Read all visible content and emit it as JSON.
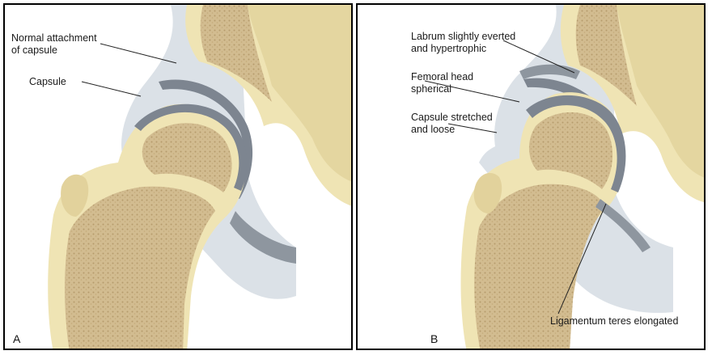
{
  "panel_a": {
    "letter": "A",
    "labels": {
      "normal_attachment": "Normal attachment\nof capsule",
      "capsule": "Capsule"
    }
  },
  "panel_b": {
    "letter": "B",
    "labels": {
      "labrum": "Labrum slightly everted\nand hypertrophic",
      "femoral_head": "Femoral head\nspherical",
      "capsule_stretched": "Capsule stretched\nand loose",
      "ligamentum": "Ligamentum teres elongated"
    }
  },
  "colors": {
    "bone": "#efe4b4",
    "trabecular": "#cdb68a",
    "cartilage": "#7d8590",
    "capsule": "#d8dee4",
    "leader": "#222222"
  }
}
